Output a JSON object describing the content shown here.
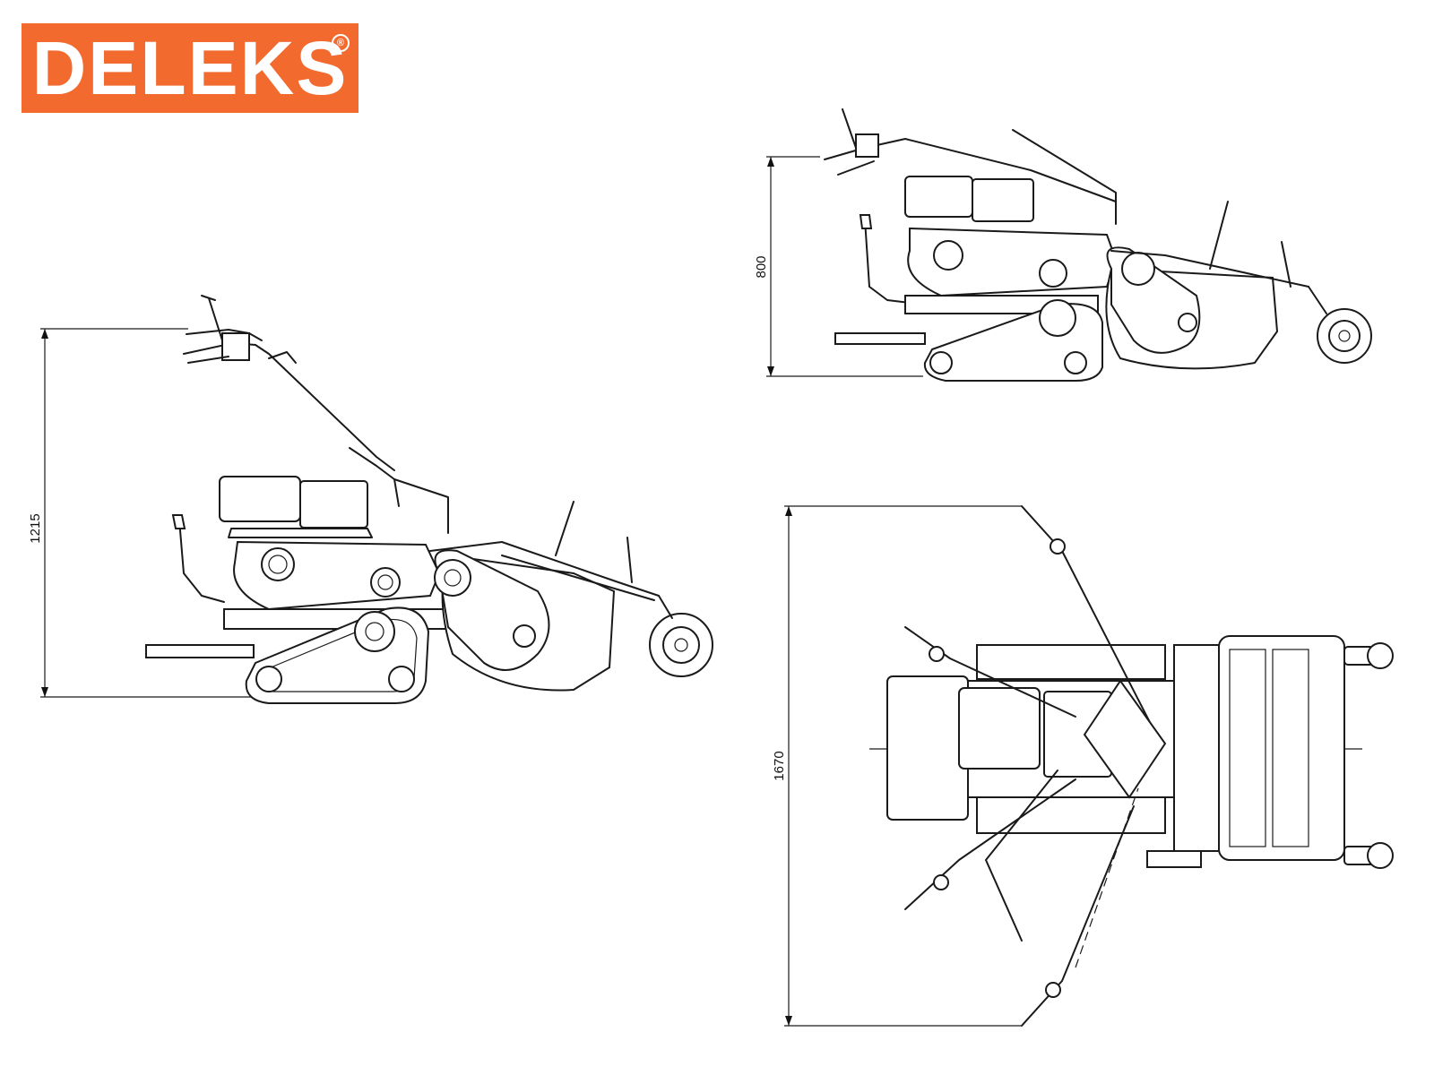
{
  "brand": {
    "name": "DELEKS",
    "registered_mark": "®",
    "color": "#F26A2E"
  },
  "dimensions": {
    "side_view_height": "1215",
    "compact_view_height": "800",
    "top_view_length": "1670"
  }
}
